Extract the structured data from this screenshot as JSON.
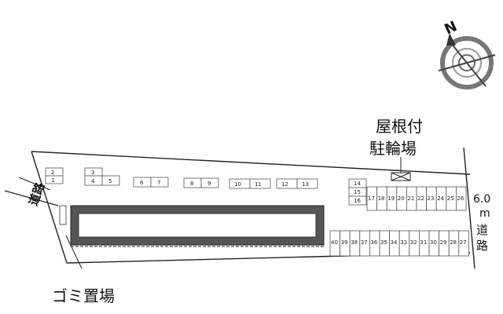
{
  "compass": {
    "north_label": "N"
  },
  "labels": {
    "covered_bicycle_parking_line1": "屋根付",
    "covered_bicycle_parking_line2": "駐輪場",
    "road_left": "道路",
    "road_right_width": "6.0",
    "road_right_unit": "m",
    "road_right_line1": "道",
    "road_right_line2": "路",
    "garbage_area": "ゴミ置場"
  },
  "parking": {
    "top_row_singles": [
      "2",
      "1",
      "3",
      "4",
      "5",
      "6",
      "7",
      "8",
      "9",
      "10",
      "11",
      "12",
      "13"
    ],
    "right_column": [
      "14",
      "15",
      "16"
    ],
    "right_row_top": [
      "17",
      "18",
      "19",
      "20",
      "21",
      "22",
      "23",
      "24",
      "25",
      "26"
    ],
    "bottom_row": [
      "40",
      "39",
      "38",
      "37",
      "36",
      "35",
      "34",
      "33",
      "32",
      "31",
      "30",
      "29",
      "28",
      "27"
    ]
  },
  "colors": {
    "line": "#222222",
    "building_fill": "#555555",
    "slot_stroke": "#555555"
  }
}
